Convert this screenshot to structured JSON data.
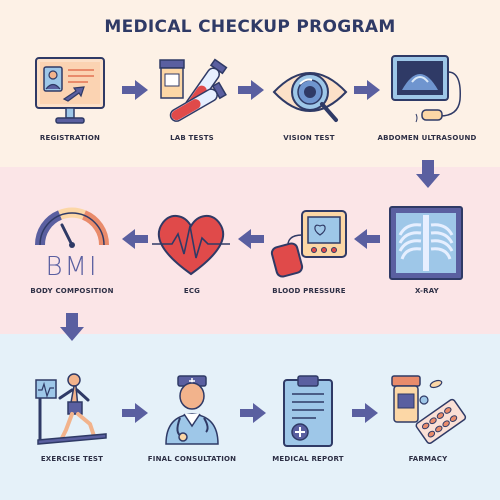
{
  "title": "MEDICAL CHECKUP PROGRAM",
  "colors": {
    "row1_bg": "#fdf1e6",
    "row2_bg": "#fbe5e7",
    "row3_bg": "#e5f1f9",
    "arrow": "#5a5fa0",
    "outline": "#2f3a66"
  },
  "steps": [
    {
      "label": "REGISTRATION",
      "icon": "computer-registration-icon"
    },
    {
      "label": "LAB TESTS",
      "icon": "test-tubes-icon"
    },
    {
      "label": "VISION TEST",
      "icon": "eye-icon"
    },
    {
      "label": "ABDOMEN ULTRASOUND",
      "icon": "ultrasound-icon"
    },
    {
      "label": "X-RAY",
      "icon": "xray-chest-icon"
    },
    {
      "label": "BLOOD PRESSURE",
      "icon": "blood-pressure-monitor-icon"
    },
    {
      "label": "ECG",
      "icon": "heart-ecg-icon"
    },
    {
      "label": "BODY COMPOSITION",
      "icon": "bmi-gauge-icon",
      "icon_text": "BMI"
    },
    {
      "label": "EXERCISE TEST",
      "icon": "treadmill-icon"
    },
    {
      "label": "FINAL CONSULTATION",
      "icon": "doctor-icon"
    },
    {
      "label": "MEDICAL REPORT",
      "icon": "clipboard-report-icon"
    },
    {
      "label": "FARMACY",
      "icon": "pills-icon"
    }
  ]
}
